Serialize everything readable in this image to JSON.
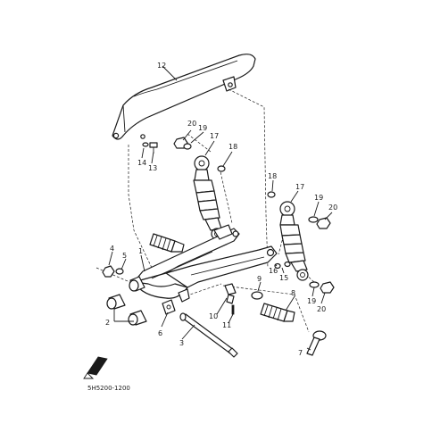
{
  "diagram": {
    "code": "5H5200-1200",
    "callouts": {
      "c1": "1",
      "c2": "2",
      "c3": "3",
      "c4": "4",
      "c5": "5",
      "c6": "6",
      "c7": "7",
      "c8": "8",
      "c9": "9",
      "c10": "10",
      "c11": "11",
      "c12": "12",
      "c13": "13",
      "c14": "14",
      "c15": "15",
      "c16": "16",
      "c17a": "17",
      "c17b": "17",
      "c18a": "18",
      "c18b": "18",
      "c19a": "19",
      "c19b": "19",
      "c19c": "19",
      "c20a": "20",
      "c20b": "20",
      "c20c": "20"
    }
  }
}
